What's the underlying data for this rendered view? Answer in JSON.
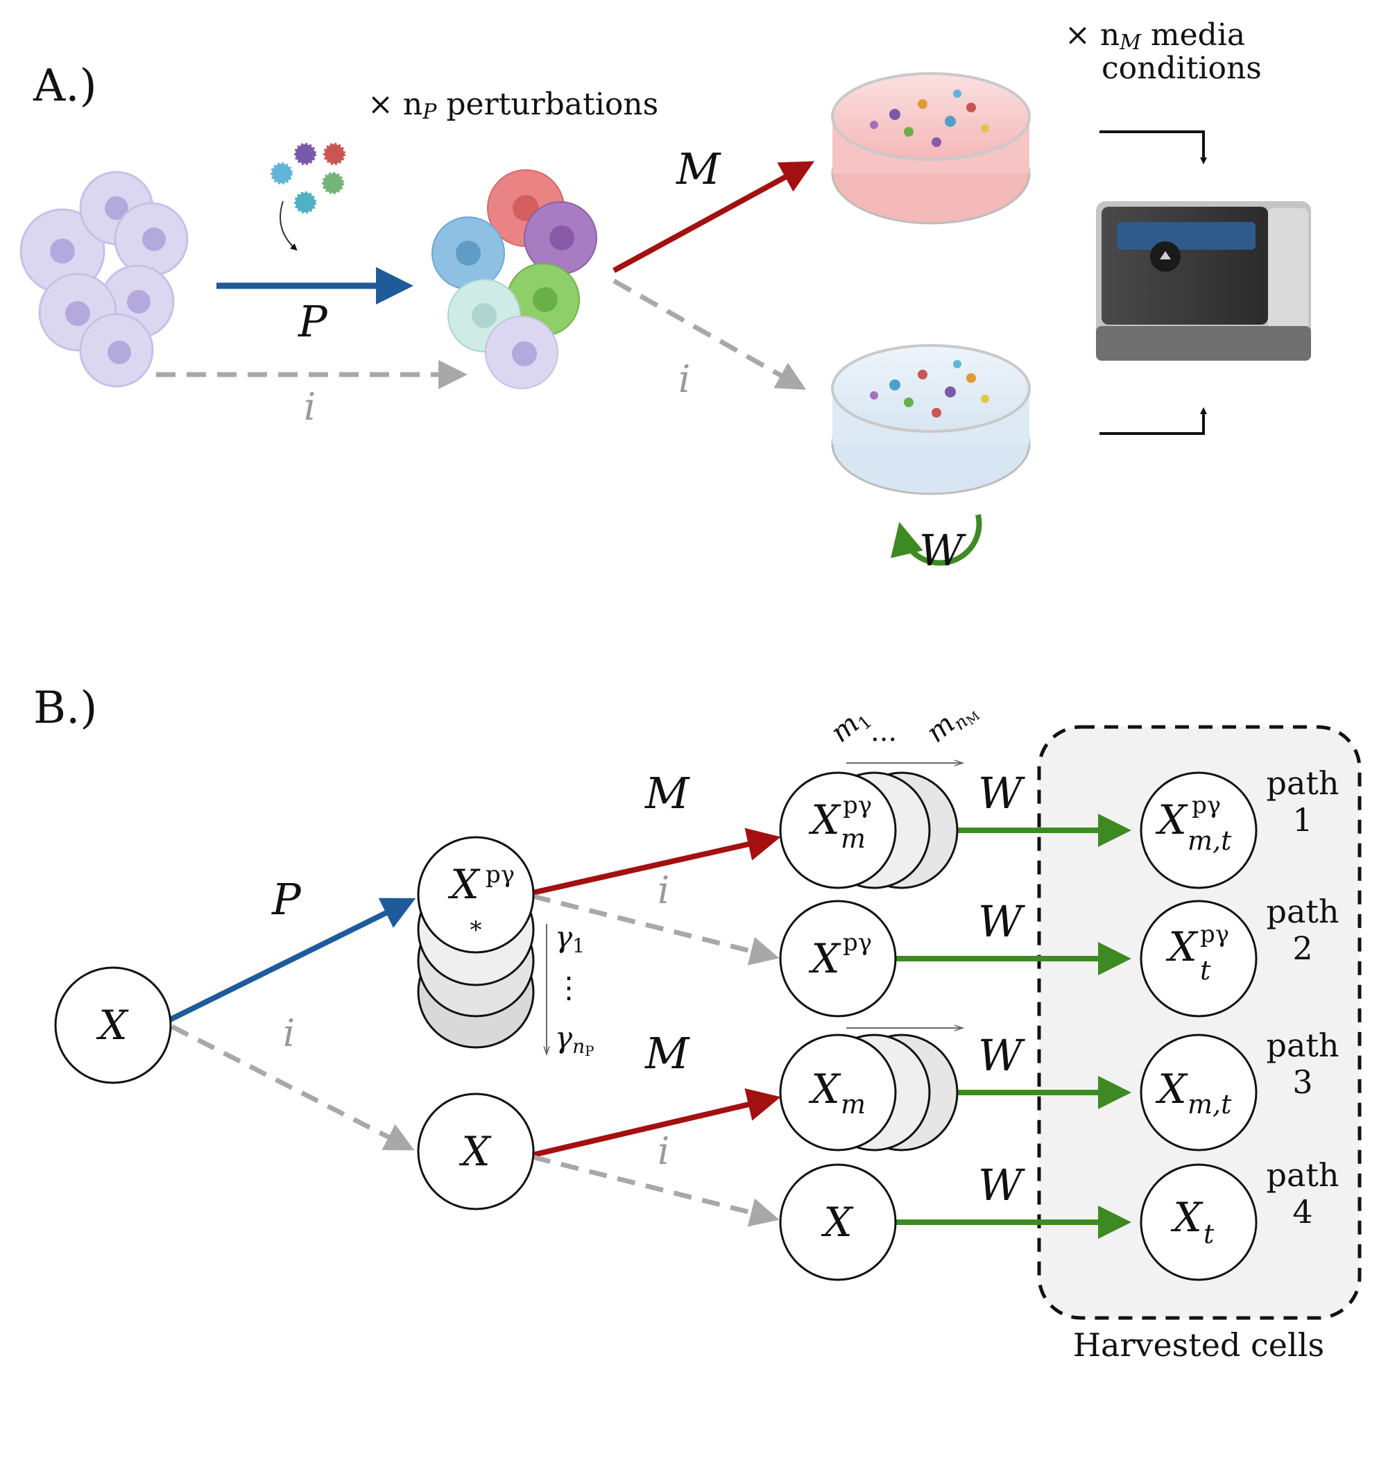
{
  "panel_a": {
    "label": "A.)",
    "perturbations_text": "× n",
    "perturbations_sub": "P",
    "perturbations_word": " perturbations",
    "media_text_1": "× n",
    "media_sub": "M",
    "media_word": " media",
    "media_text_2": "conditions",
    "arrow_P": "P",
    "arrow_i_1": "i",
    "arrow_M": "M",
    "arrow_i_2": "i",
    "arrow_W": "W"
  },
  "panel_b": {
    "label": "B.)",
    "nodes": {
      "x_root": "X",
      "x_pert_main": "X",
      "x_pert_sup": "pγ",
      "x_pert_sub": "*",
      "x_plain": "X",
      "x_m_pert_main": "X",
      "x_m_pert_sup": "pγ",
      "x_m_pert_sub": "m",
      "x_pert2_main": "X",
      "x_pert2_sup": "pγ",
      "x_m_main": "X",
      "x_m_sub": "m",
      "x_plain2": "X",
      "h1_main": "X",
      "h1_sup": "pγ",
      "h1_sub": "m,t",
      "h2_main": "X",
      "h2_sup": "pγ",
      "h2_sub": "t",
      "h3_main": "X",
      "h3_sub": "m,t",
      "h4_main": "X",
      "h4_sub": "t"
    },
    "arrows": {
      "P": "P",
      "i_root": "i",
      "M_top": "M",
      "i_top": "i",
      "M_bottom": "M",
      "i_bottom": "i",
      "W1": "W",
      "W2": "W",
      "W3": "W",
      "W4": "W"
    },
    "gamma_top": "γ",
    "gamma_top_sub": "1",
    "gamma_dots": "⋮",
    "gamma_bottom": "γ",
    "gamma_bottom_sub": "n",
    "gamma_bottom_subsub": "P",
    "media_first": "m",
    "media_first_sub": "1",
    "media_dots": "...",
    "media_last": "m",
    "media_last_sub": "n",
    "media_last_subsub": "M",
    "paths": [
      {
        "word": "path",
        "num": "1"
      },
      {
        "word": "path",
        "num": "2"
      },
      {
        "word": "path",
        "num": "3"
      },
      {
        "word": "path",
        "num": "4"
      }
    ],
    "harvest_label": "Harvested cells"
  },
  "colors": {
    "blue": "#1f5a9a",
    "red": "#a31010",
    "grey": "#a8a8a8",
    "green": "#3e8a22"
  }
}
